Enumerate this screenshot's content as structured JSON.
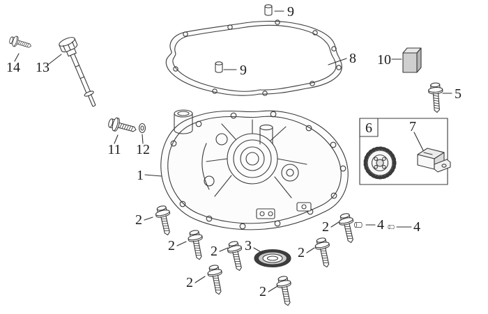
{
  "figure": {
    "background": "#ffffff",
    "line_color": "#3a3a3a",
    "label_color": "#1b1b1b",
    "labels": {
      "part1": "1",
      "part2": "2",
      "part3": "3",
      "part4": "4",
      "part5": "5",
      "part6": "6",
      "part7": "7",
      "part8": "8",
      "part9": "9",
      "part10": "10",
      "part11": "11",
      "part12": "12",
      "part13": "13",
      "part14": "14"
    }
  }
}
